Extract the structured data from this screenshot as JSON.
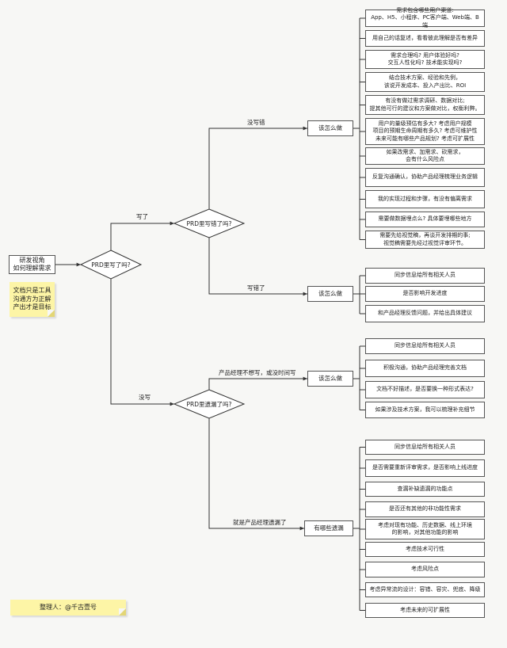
{
  "start_box": "研发视角\n如何理解需求",
  "note_left": "文档只是工具\n沟通方为正解\n产出才是目标",
  "note_bottom": "整理人：@千古壹号",
  "decisions": {
    "prd_written": "PRD里写了吗?",
    "prd_correct": "PRD里写错了吗?",
    "prd_missing": "PRD里遗漏了吗?"
  },
  "edges": {
    "written": "写了",
    "not_written": "没写",
    "correct": "没写错",
    "wrong": "写错了",
    "pm_unwilling": "产品经理不想写，或没时间写",
    "pm_missed": "就是产品经理遗漏了"
  },
  "targets": {
    "how1": "该怎么做",
    "how2": "该怎么做",
    "how3": "该怎么做",
    "missing": "有哪些遗漏"
  },
  "group1": [
    "需求包含哪些用户渠道:\nApp、H5、小程序、PC客户端、Web端、B端",
    "用自己的话复述，看看彼此理解是否有差异",
    "需求合理吗? 用户体验好吗?\n交互人性化吗? 技术能实现吗?",
    "结合技术方案、经验和先例，\n该说开发成本、投入产出比、ROI",
    "有没有做过需求调研、数据对比;\n提其他可行的建议和方案做对比，权衡利弊。",
    "用户的量级预估有多大? 考虑用户规模\n项目的预期生命周期有多久? 考虑可维护性\n未来可能有哪些产品规划? 考虑可扩展性",
    "如果改需求、加需求、砍需求，\n会有什么风险点",
    "反复沟通确认，协助产品经理梳理业务逻辑",
    "我的实现过程和步骤，有没有偏离需求",
    "需要做数据埋点么? 具体要埋哪些地方",
    "需要先给视觉稿，再谈开发排期的事;\n视觉稿需要先经过视觉评审环节。"
  ],
  "group2": [
    "同步信息给所有相关人员",
    "是否影响开发进度",
    "和产品经理反馈问题，并给出具体建议"
  ],
  "group3": [
    "同步信息给所有相关人员",
    "积极沟通，协助产品经理完善文档",
    "文档不好描述，是否要换一种形式表达?",
    "如果涉及技术方案，我可以梳理补充细节"
  ],
  "group4": [
    "同步信息给所有相关人员",
    "是否需要重新评审需求，是否影响上线进度",
    "查漏补缺遗漏的功能点",
    "是否还有其他的非功能性需求",
    "考虑对现有功能、历史数据、线上环境\n的影响，对其他功能的影响",
    "考虑技术可行性",
    "考虑风险点",
    "考虑异常流的设计：容错、容灾、兜底、降级",
    "考虑未来的可扩展性"
  ]
}
